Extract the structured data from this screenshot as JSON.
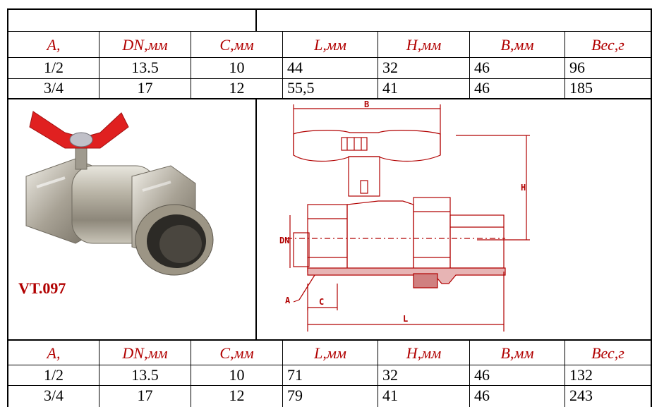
{
  "table_top": {
    "headers": [
      "A,",
      "DN,мм",
      "C,мм",
      "L,мм",
      "H,мм",
      "B,мм",
      "Вес,г"
    ],
    "rows": [
      [
        "1/2",
        "13.5",
        "10",
        "44",
        "32",
        "46",
        "96"
      ],
      [
        "3/4",
        "17",
        "12",
        "55,5",
        "41",
        "46",
        "185"
      ]
    ]
  },
  "product": {
    "model": "VT.097",
    "drawing_labels": {
      "b": "B",
      "h": "H",
      "dn": "DN",
      "a": "A",
      "c": "C",
      "l": "L"
    }
  },
  "table_bottom": {
    "headers": [
      "A,",
      "DN,мм",
      "C,мм",
      "L,мм",
      "H,мм",
      "B,мм",
      "Вес,г"
    ],
    "rows": [
      [
        "1/2",
        "13.5",
        "10",
        "71",
        "32",
        "46",
        "132"
      ],
      [
        "3/4",
        "17",
        "12",
        "79",
        "41",
        "46",
        "243"
      ]
    ]
  },
  "colors": {
    "accent": "#b10000",
    "handle": "#e02020",
    "brass": "#b8b3a6"
  }
}
